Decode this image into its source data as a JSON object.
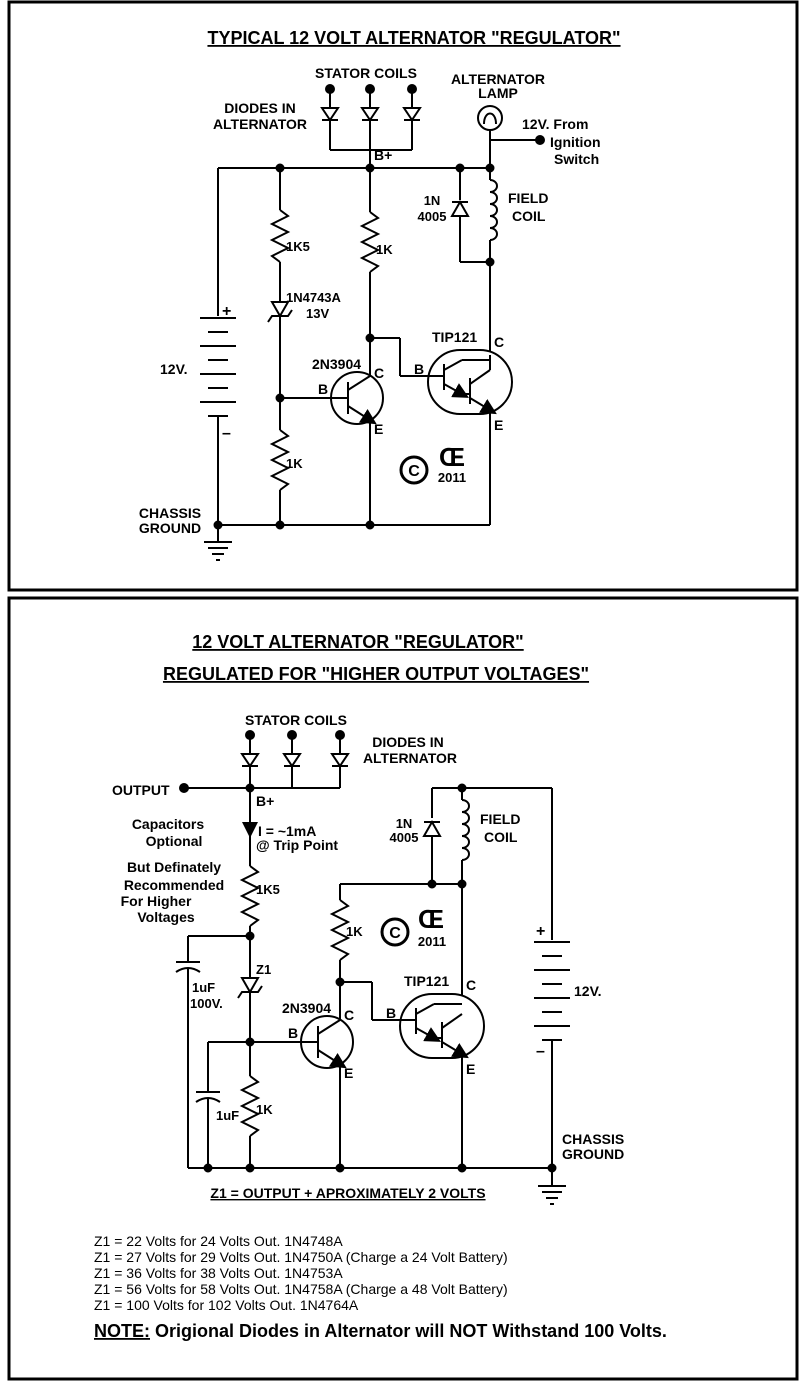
{
  "top": {
    "title": "TYPICAL 12 VOLT ALTERNATOR \"REGULATOR\"",
    "stator_coils": "STATOR  COILS",
    "diodes_in": "DIODES IN",
    "alternator": "ALTERNATOR",
    "alt_lamp_1": "ALTERNATOR",
    "alt_lamp_2": "LAMP",
    "from_1": "12V. From",
    "from_2": "Ignition",
    "from_3": "Switch",
    "bplus": "B+",
    "d1n_1": "1N",
    "d1n_2": "4005",
    "field_1": "FIELD",
    "field_2": "COIL",
    "r1k5": "1K5",
    "r1k_a": "1K",
    "r1k_b": "1K",
    "zener_1": "1N4743A",
    "zener_2": "13V",
    "battery": "12V.",
    "plus": "+",
    "minus": "–",
    "tip": "TIP121",
    "q2n": "2N3904",
    "b1": "B",
    "c1": "C",
    "e1": "E",
    "b2": "B",
    "c2": "C",
    "e2": "E",
    "chassis_1": "CHASSIS",
    "chassis_2": "GROUND",
    "year": "2011",
    "copyright": "C"
  },
  "bottom": {
    "title_1": "12 VOLT ALTERNATOR  \"REGULATOR\"",
    "title_2": "REGULATED FOR \"HIGHER OUTPUT VOLTAGES\"",
    "stator_coils": "STATOR COILS",
    "diodes_in": "DIODES IN",
    "alternator": "ALTERNATOR",
    "output": "OUTPUT",
    "bplus": "B+",
    "current_1": "I = ~1mA",
    "current_2": "@ Trip Point",
    "caps_1": "Capacitors",
    "caps_2": "Optional",
    "caps_3": "But  Definately",
    "caps_4": "Recommended",
    "caps_5": "For Higher",
    "caps_6": "Voltages",
    "r1k5": "1K5",
    "r1k_a": "1K",
    "r1k_b": "1K",
    "z1": "Z1",
    "cap_big_1": "1uF",
    "cap_big_2": "100V.",
    "cap_small": "1uF",
    "d1n_1": "1N",
    "d1n_2": "4005",
    "field_1": "FIELD",
    "field_2": "COIL",
    "tip": "TIP121",
    "q2n": "2N3904",
    "b1": "B",
    "c1": "C",
    "e1": "E",
    "b2": "B",
    "c2": "C",
    "e2": "E",
    "battery": "12V.",
    "plus": "+",
    "minus": "–",
    "chassis_1": "CHASSIS",
    "chassis_2": "GROUND",
    "year": "2011",
    "copyright": "C",
    "z1_rule": "Z1 = OUTPUT + APROXIMATELY  2 VOLTS",
    "table": [
      "Z1 = 22 Volts for 24 Volts Out. 1N4748A",
      "Z1 = 27 Volts for 29 Volts Out. 1N4750A  (Charge a 24 Volt Battery)",
      "Z1 = 36 Volts for 38 Volts Out. 1N4753A",
      "Z1 = 56 Volts for 58 Volts Out. 1N4758A  (Charge a 48 Volt Battery)",
      "Z1 = 100 Volts for 102 Volts Out. 1N4764A"
    ],
    "note_label": "NOTE:",
    "note_text": " Origional Diodes in Alternator will NOT Withstand 100 Volts."
  }
}
